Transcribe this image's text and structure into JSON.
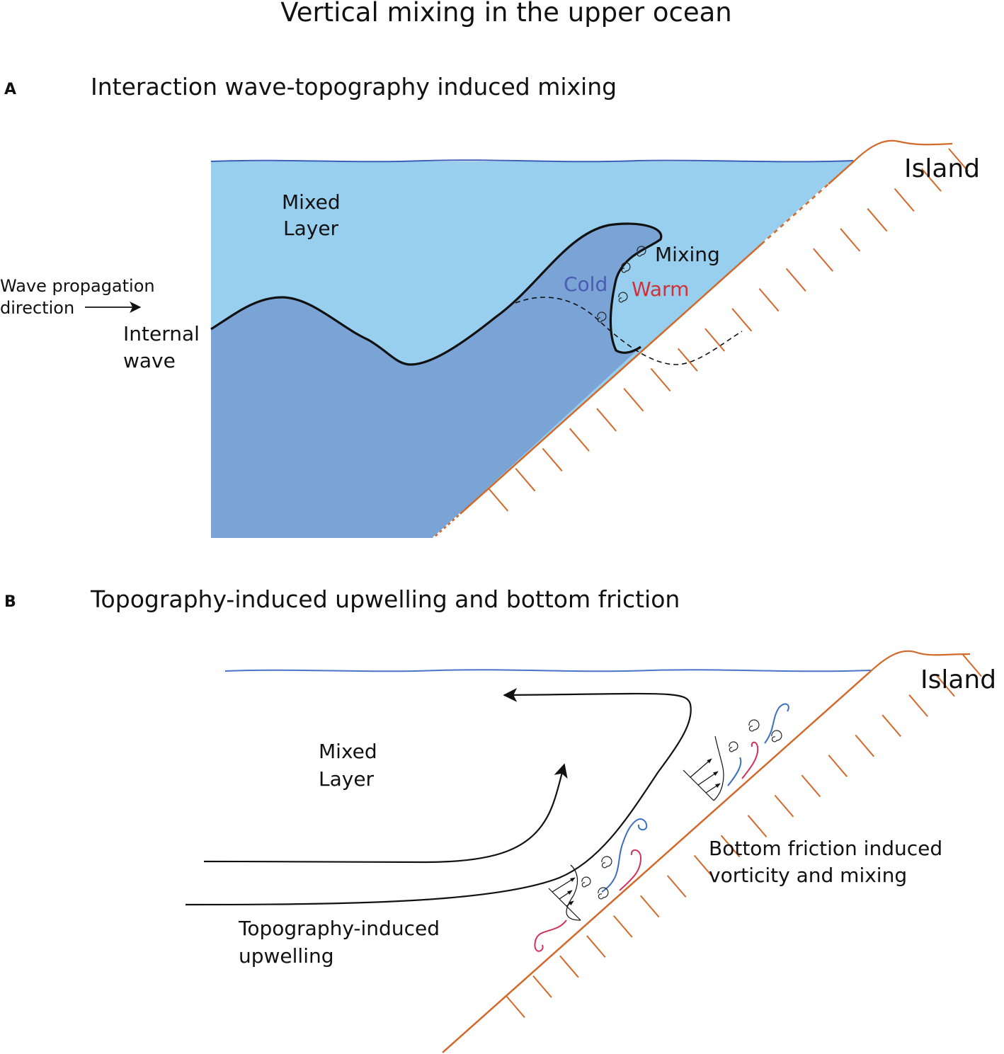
{
  "title": "Vertical mixing in the upper ocean",
  "colors": {
    "mixed_layer": "#99cfee",
    "deep_water": "#7ba4d6",
    "surface_line": "#3a5fb8",
    "surface_line_b": "#4a72c8",
    "seabed": "#d2692a",
    "cold_text": "#4b5bb3",
    "warm_text": "#d0313a",
    "eddy_blue": "#3b6fc0",
    "eddy_red": "#d0325a",
    "ink": "#111111"
  },
  "panel_a": {
    "letter": "A",
    "title": "Interaction wave-topography induced mixing",
    "labels": {
      "mixed_layer_1": "Mixed",
      "mixed_layer_2": "Layer",
      "wave_prop_1": "Wave propagation",
      "wave_prop_2": "direction",
      "internal_wave_1": "Internal",
      "internal_wave_2": "wave",
      "cold": "Cold",
      "warm": "Warm",
      "mixing": "Mixing",
      "island": "Island"
    }
  },
  "panel_b": {
    "letter": "B",
    "title": "Topography-induced upwelling and bottom friction",
    "labels": {
      "mixed_layer_1": "Mixed",
      "mixed_layer_2": "Layer",
      "upwelling_1": "Topography-induced",
      "upwelling_2": "upwelling",
      "friction_1": "Bottom friction induced",
      "friction_2": "vorticity and mixing",
      "island": "Island"
    }
  }
}
